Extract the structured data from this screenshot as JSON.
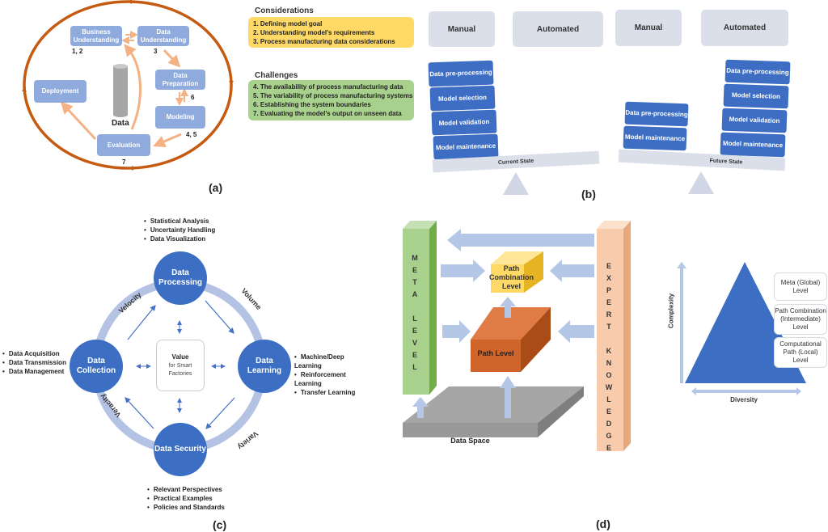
{
  "panels": {
    "a": {
      "label": "(a)",
      "nodes": {
        "business": "Business Understanding",
        "data_understanding": "Data Understanding",
        "data_preparation": "Data Preparation",
        "modeling": "Modeling",
        "evaluation": "Evaluation",
        "deployment": "Deployment"
      },
      "numbers": {
        "business": "1, 2",
        "data_understanding": "3",
        "prep_model": "6",
        "modeling": "4, 5",
        "evaluation": "7"
      },
      "data_label": "Data",
      "colors": {
        "node": "#8faadc",
        "cycle": "#c55a11",
        "arrow": "#f4b183"
      }
    },
    "b": {
      "label": "(b)",
      "considerations": {
        "title": "Considerations",
        "items": [
          "1. Defining model goal",
          "2. Understanding model's requirements",
          "3. Process manufacturing data considerations"
        ],
        "color": "#ffd966"
      },
      "challenges": {
        "title": "Challenges",
        "items": [
          "4. The availability of process manufacturing data",
          "5. The variability of process manufacturing systems",
          "6. Establishing the system boundaries",
          "7. Evaluating the model's output on unseen data"
        ],
        "color": "#a9d18e"
      },
      "current": {
        "manual_header": "Manual",
        "automated_header": "Automated",
        "manual_stack": [
          "Data pre-processing",
          "Model selection",
          "Model validation",
          "Model maintenance"
        ],
        "beam_label": "Current State"
      },
      "future": {
        "manual_header": "Manual",
        "automated_header": "Automated",
        "manual_stack": [
          "Data pre-processing",
          "Model maintenance"
        ],
        "automated_stack": [
          "Data pre-processing",
          "Model selection",
          "Model validation",
          "Model maintenance"
        ],
        "beam_label": "Future State"
      }
    },
    "c": {
      "label": "(c)",
      "nodes": {
        "processing": "Data Processing",
        "collection": "Data Collection",
        "learning": "Data Learning",
        "security": "Data Security"
      },
      "center": {
        "title": "Value",
        "subtitle": "for Smart Factories"
      },
      "ring_labels": {
        "velocity": "Velocity",
        "volume": "Volume",
        "veracity": "Veracity",
        "variety": "Variety"
      },
      "bullets": {
        "processing": [
          "Statistical Analysis",
          "Uncertainty Handling",
          "Data Visualization"
        ],
        "collection": [
          "Data Acquisition",
          "Data Transmission",
          "Data Management"
        ],
        "learning": [
          "Machine/Deep Learning",
          "Reinforcement Learning",
          "Transfer Learning"
        ],
        "security": [
          "Relevant Perspectives",
          "Practical Examples",
          "Policies and Standards"
        ]
      },
      "colors": {
        "node": "#3c6fc3",
        "ring": "#b4c3e4"
      }
    },
    "d": {
      "label": "(d)",
      "meta_level": "META LEVEL",
      "expert_knowledge": "EXPERT KNOWLEDGE",
      "path_combination": "Path Combination Level",
      "path_level": "Path Level",
      "data_space": "Data Space",
      "pyramid": {
        "levels": [
          "Meta (Global) Level",
          "Path Combination (Intermediate) Level",
          "Computational Path (Local) Level"
        ],
        "y_axis": "Complexity",
        "x_axis": "Diversity"
      },
      "colors": {
        "meta": "#a9d18e",
        "expert": "#f8cbad",
        "path_comb": "#ffd966",
        "path": "#c55a11",
        "data_space": "#a6a6a6",
        "arrow": "#b4c7e7",
        "pyramid": "#3c6fc3"
      }
    }
  }
}
